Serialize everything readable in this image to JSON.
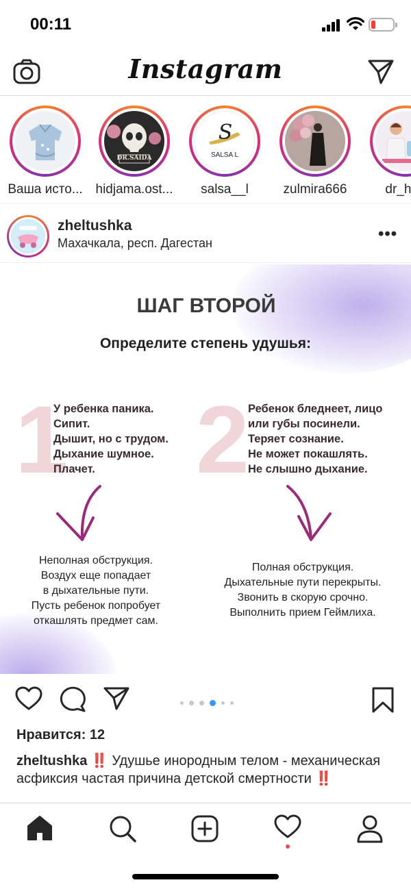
{
  "status_bar": {
    "time": "00:11"
  },
  "header": {
    "logo": "Instagram"
  },
  "stories": [
    {
      "name": "Ваша исто..."
    },
    {
      "name": "hidjama.ost..."
    },
    {
      "name": "salsa__l"
    },
    {
      "name": "zulmira666"
    },
    {
      "name": "dr_hab"
    }
  ],
  "story_images": {
    "hidjama_text": "DR.SAIDA",
    "salsa_text": "SALSA L"
  },
  "post": {
    "username": "zheltushka",
    "location": "Махачкала, респ. Дагестан",
    "more": "•••",
    "image": {
      "title": "ШАГ ВТОРОЙ",
      "subtitle": "Определите степень удушья:",
      "num1": "1",
      "num2": "2",
      "list1": [
        "У ребенка паника.",
        "Сипит.",
        "Дышит, но с трудом.",
        "Дыхание шумное.",
        "Плачет."
      ],
      "list2": [
        "Ребенок бледнеет, лицо",
        "или губы посинели.",
        "Теряет сознание.",
        "Не может покашлять.",
        "Не слышно дыхание."
      ],
      "result1": [
        "Неполная обструкция.",
        "Воздух еще попадает",
        "в дыхательные пути.",
        "Пусть ребенок попробует",
        "откашлять предмет сам."
      ],
      "result2": [
        "Полная обструкция.",
        "Дыхательные пути перекрыты.",
        "Звонить в скорую срочно.",
        "Выполнить прием Геймлиха."
      ]
    },
    "carousel": {
      "count": 6,
      "active_index": 3
    },
    "likes": "Нравится: 12",
    "caption_user": "zheltushka",
    "caption_emoji1": "‼️",
    "caption_text": " Удушье инородным телом - механическая асфиксия частая причина детской смертности ",
    "caption_emoji2": "‼️"
  },
  "tabbar": {
    "items": [
      "home-icon",
      "search-icon",
      "add-icon",
      "activity-icon",
      "profile-icon"
    ]
  },
  "colors": {
    "accent_blue": "#3897f0",
    "arrow_purple": "#9b2a78",
    "number_pink": "#f1d6d9"
  }
}
